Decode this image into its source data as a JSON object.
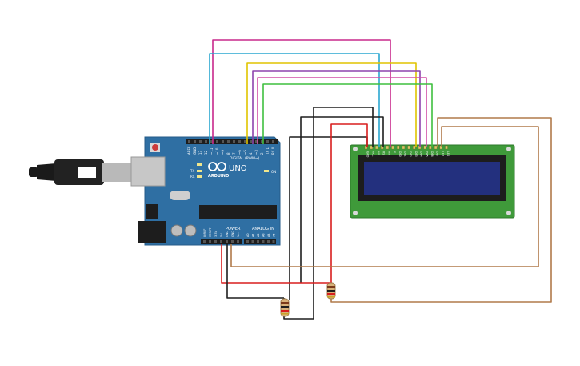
{
  "arduino": {
    "brand": "ARDUINO",
    "model": "UNO",
    "digital_label": "DIGITAL (PWM~)",
    "power_label": "POWER",
    "analog_label": "ANALOG IN",
    "on_label": "ON",
    "tx_label": "TX",
    "rx_label": "RX",
    "top_pins": [
      "AREF",
      "GND",
      "13",
      "12",
      "~11",
      "~10",
      "~9",
      "8",
      "7",
      "~6",
      "~5",
      "4",
      "~3",
      "2",
      "TX 1",
      "RX 0"
    ],
    "power_pins": [
      "IOREF",
      "RESET",
      "3.3V",
      "5V",
      "GND",
      "GND",
      "Vin"
    ],
    "analog_pins": [
      "A0",
      "A1",
      "A2",
      "A3",
      "A4",
      "A5"
    ]
  },
  "lcd": {
    "pins": [
      "GND",
      "VCC",
      "V0",
      "RS",
      "RW",
      "E",
      "DB0",
      "DB1",
      "DB2",
      "DB3",
      "DB4",
      "DB5",
      "DB6",
      "DB7",
      "LED",
      "LED"
    ]
  },
  "colors": {
    "board": "#2f6fa3",
    "lcd_pcb": "#3f9a3a",
    "lcd_screen": "#23307e",
    "wire_magenta": "#c8288c",
    "wire_cyan": "#2aa7d0",
    "wire_yellow": "#e0c400",
    "wire_purple": "#8e44ad",
    "wire_pink": "#d24fa6",
    "wire_green": "#3fbf3f",
    "wire_black": "#1e1e1e",
    "wire_red": "#d81e1e",
    "wire_brown": "#b07a4a"
  }
}
